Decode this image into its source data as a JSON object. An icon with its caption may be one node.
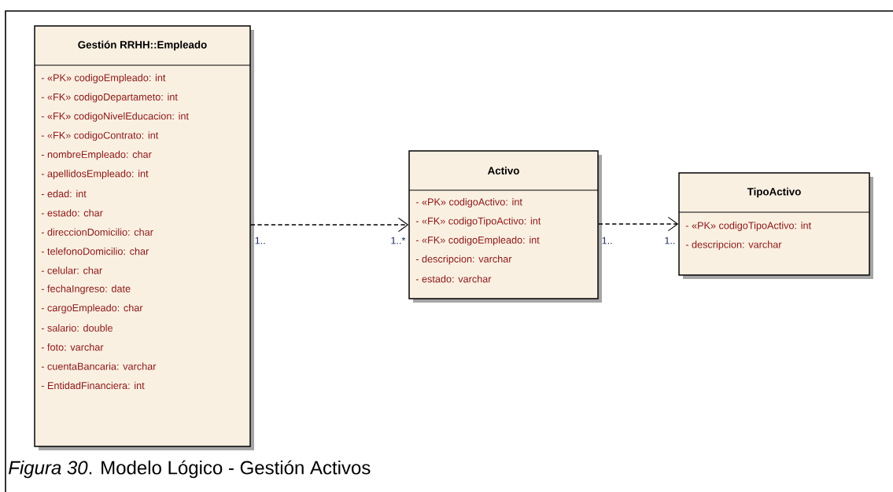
{
  "diagram": {
    "nodes": [
      {
        "text": [
          "Gestión RRHH::Empleado",
          "- «PK» codigoEmpleado: int",
          "- «FK» codigoDepartameto: int",
          "- «FK» codigoNivelEducacion: int",
          "- «FK» codigoContrato: int",
          "- nombreEmpleado: char",
          "- apellidosEmpleado: int",
          "- edad: int",
          "- estado: char",
          "- direccionDomicilio: char",
          "- telefonoDomicilio: char",
          "- celular: char",
          "- fechaIngreso: date",
          "- cargoEmpleado: char",
          "- salario: double",
          "- foto: varchar",
          "- cuentaBancaria: varchar",
          "- EntidadFinanciera: int"
        ]
      },
      {
        "text": [
          "Activo",
          "- «PK» codigoActivo: int",
          "- «FK» codigoTipoActivo: int",
          "- «FK» codigoEmpleado: int",
          "- descripcion: varchar",
          "- estado: varchar"
        ]
      },
      {
        "text": [
          "TipoActivo",
          "- «PK» codigoTipoActivo: int",
          "- descripcion: varchar"
        ]
      }
    ],
    "edges": [
      {
        "from": 0,
        "to": 1,
        "arrow": "to",
        "style": "dashed"
      },
      {
        "from": 1,
        "to": 2,
        "arrow": "to",
        "style": "dashed"
      }
    ],
    "labels": [
      "1..",
      "1..*",
      "1..",
      "1.."
    ],
    "caption": "*Figura 30*. Modelo Lógico - Gestión Activos"
  }
}
